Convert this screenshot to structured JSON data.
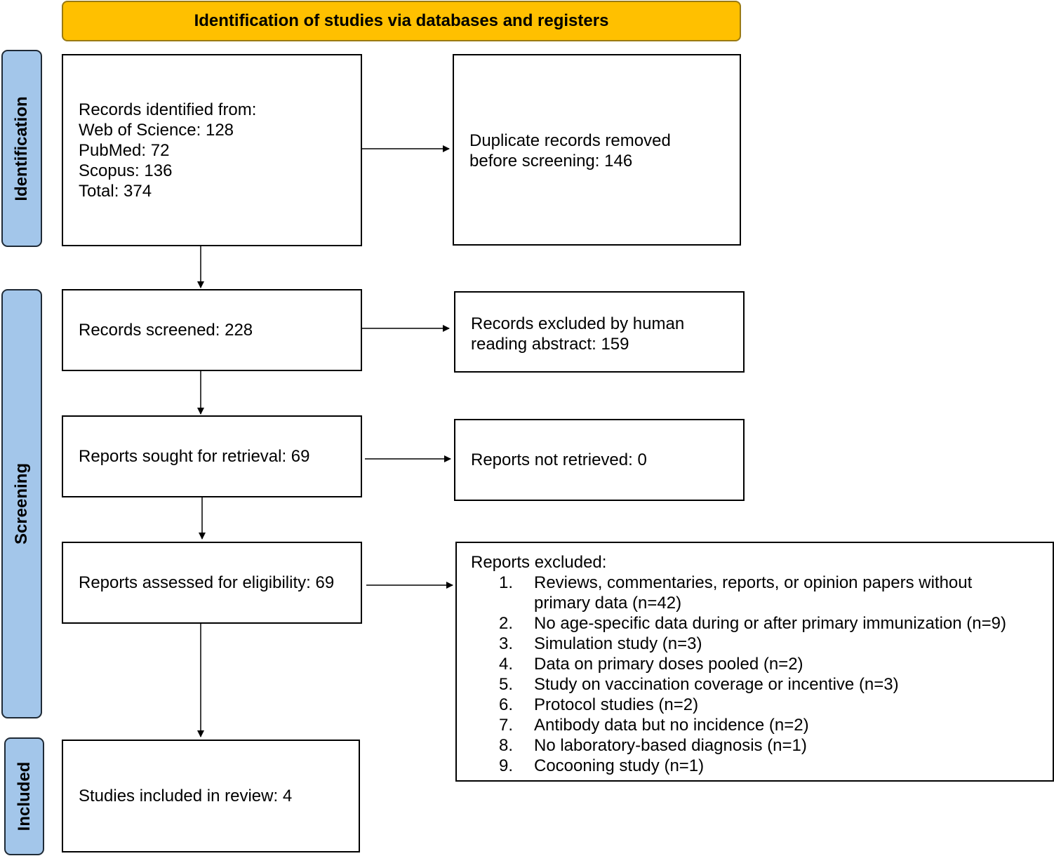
{
  "header": {
    "title": "Identification of studies via databases and registers"
  },
  "colors": {
    "header_fill": "#FFC000",
    "phase_fill": "#A3C6EA",
    "box_border": "#000000"
  },
  "phases": {
    "identification": "Identification",
    "screening": "Screening",
    "included": "Included"
  },
  "boxes": {
    "records_identified": {
      "heading": "Records identified from:",
      "lines": [
        "Web of Science: 128",
        "PubMed: 72",
        "Scopus: 136",
        "Total: 374"
      ]
    },
    "duplicates_removed": [
      "Duplicate records removed",
      "before screening: 146"
    ],
    "records_screened": "Records screened: 228",
    "records_excluded": [
      "Records excluded by human",
      "reading abstract: 159"
    ],
    "reports_sought": "Reports sought for retrieval: 69",
    "reports_not_retrieved": "Reports not retrieved: 0",
    "reports_assessed": "Reports assessed for eligibility: 69",
    "reports_excluded": {
      "heading": "Reports excluded:",
      "items": [
        {
          "num": "1.",
          "text": "Reviews, commentaries, reports, or opinion papers without primary data (n=42)"
        },
        {
          "num": "2.",
          "text": "No age-specific data during or after primary immunization (n=9)"
        },
        {
          "num": "3.",
          "text": "Simulation study (n=3)"
        },
        {
          "num": "4.",
          "text": "Data on primary doses pooled (n=2)"
        },
        {
          "num": "5.",
          "text": "Study on vaccination coverage or incentive (n=3)"
        },
        {
          "num": "6.",
          "text": "Protocol studies (n=2)"
        },
        {
          "num": "7.",
          "text": "Antibody data but no incidence (n=2)"
        },
        {
          "num": "8.",
          "text": "No laboratory-based diagnosis (n=1)"
        },
        {
          "num": "9.",
          "text": "Cocooning study (n=1)"
        }
      ]
    },
    "studies_included": "Studies included in review: 4"
  }
}
